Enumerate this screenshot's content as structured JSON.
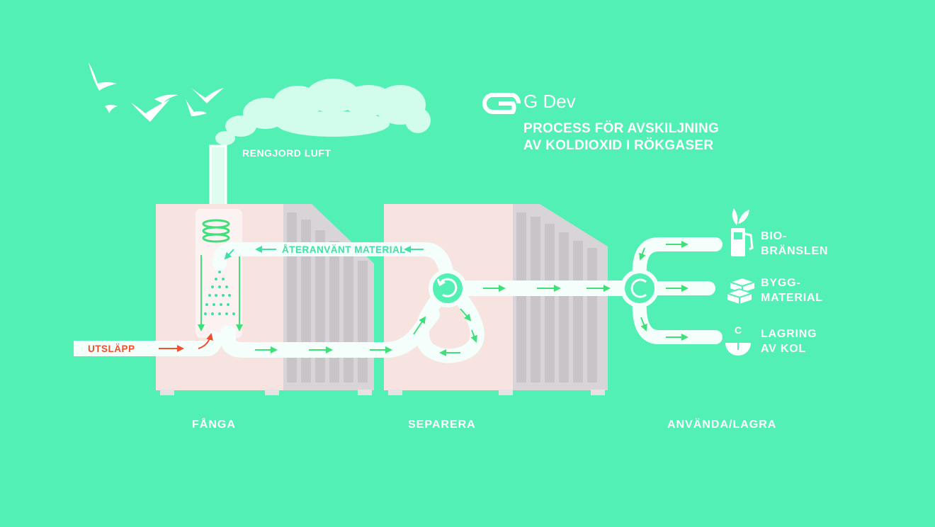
{
  "brand": {
    "name": "G Dev"
  },
  "title": {
    "line1": "PROCESS FÖR AVSKILJNING",
    "line2": "AV KOLDIOXID I RÖKGASER"
  },
  "labels": {
    "clean_air": "RENGJORD LUFT",
    "reused_material": "ÅTERANVÄNT MATERIAL",
    "emissions": "UTSLÄPP"
  },
  "stages": [
    {
      "label": "FÅNGA"
    },
    {
      "label": "SEPARERA"
    },
    {
      "label": "ANVÄNDA/LAGRA"
    }
  ],
  "outputs": [
    {
      "line1": "BIO-",
      "line2": "BRÄNSLEN",
      "icon": "biofuel-pump-icon"
    },
    {
      "line1": "BYGG-",
      "line2": "MATERIAL",
      "icon": "bricks-icon"
    },
    {
      "line1": "LAGRING",
      "line2": "AV KOL",
      "icon": "carbon-storage-icon",
      "icon_text": "C"
    }
  ],
  "colors": {
    "background": "#52F0B4",
    "pipe": "#F4FFFB",
    "arrow": "#3FE07A",
    "emission": "#F0502D",
    "container_front": "#F7E3E0",
    "container_side": "#D9D4D7"
  }
}
